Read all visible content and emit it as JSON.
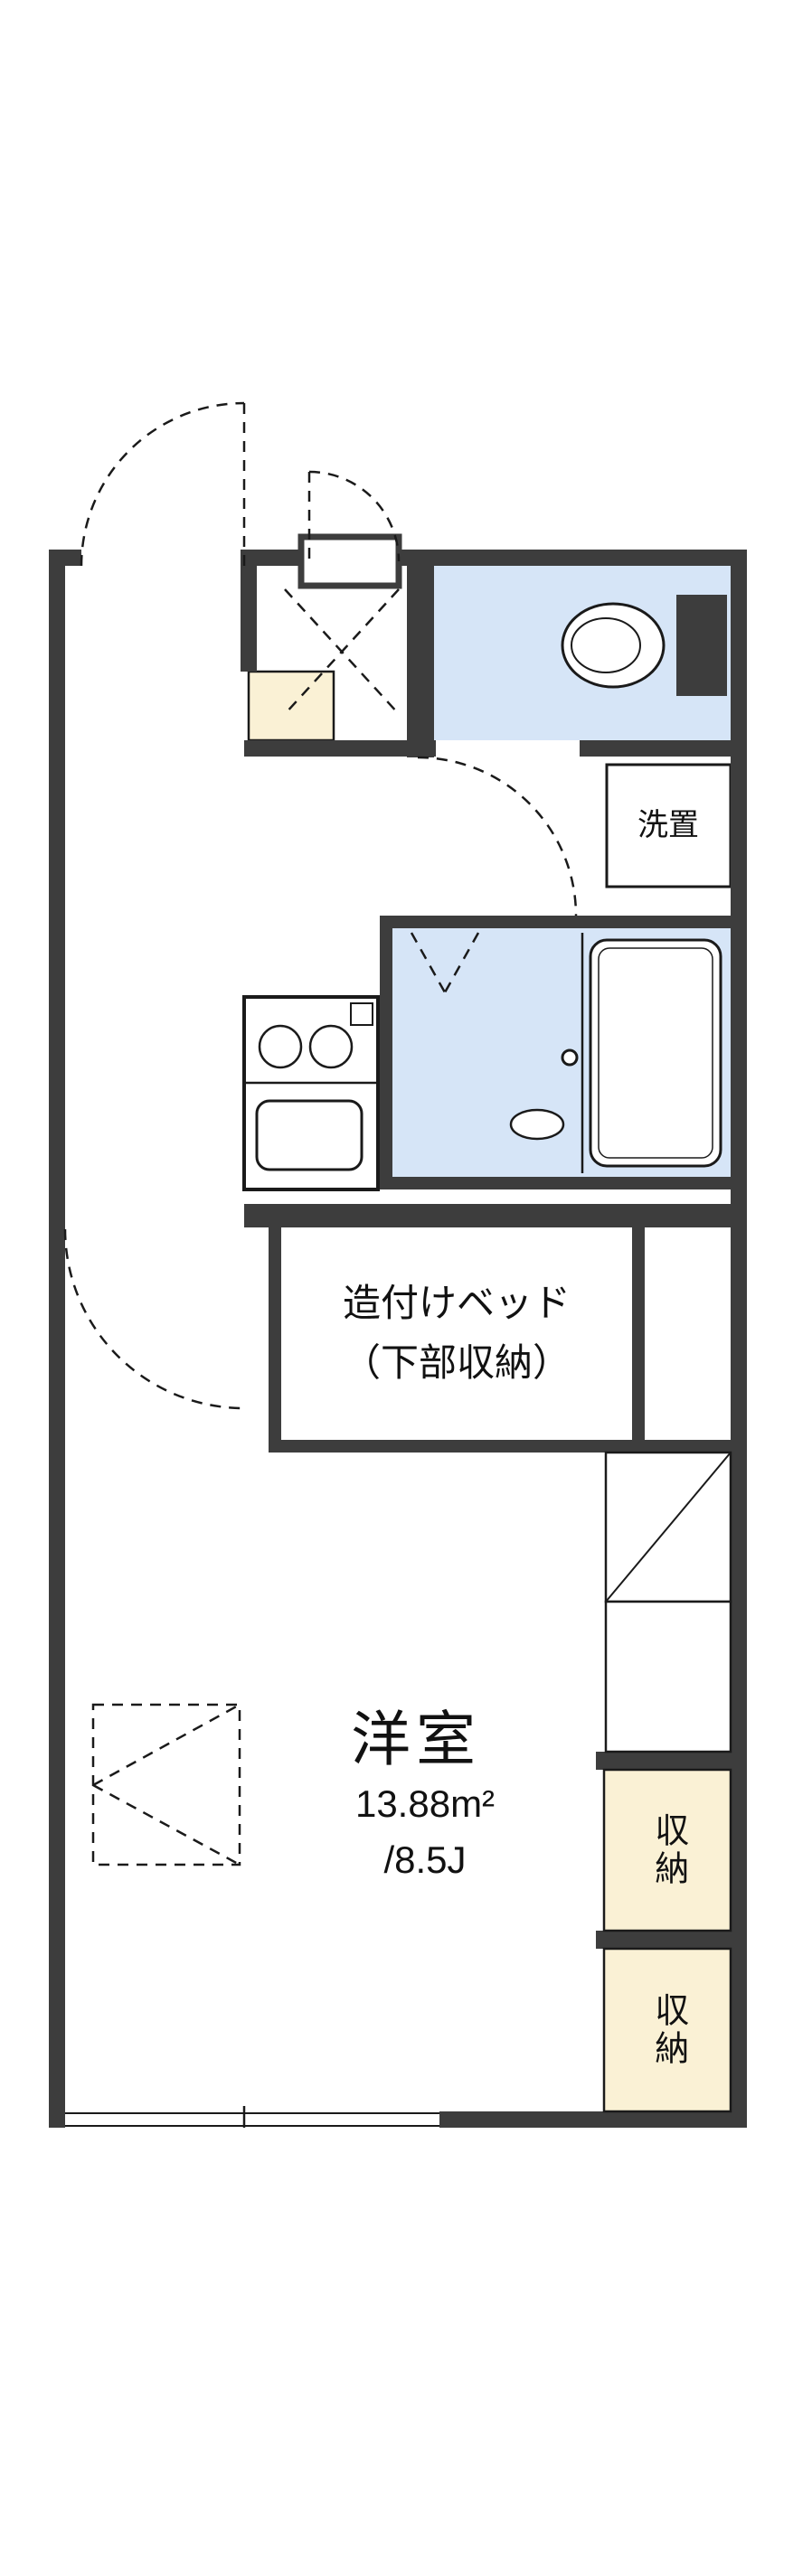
{
  "colors": {
    "wall": "#3d3d3d",
    "line": "#1a1a1a",
    "water": "#d6e5f7",
    "cream": "#faf1d5",
    "text": "#111111"
  },
  "labels": {
    "washer": "洗置",
    "bed_line1": "造付けベッド",
    "bed_line2": "（下部収納）",
    "room_name": "洋室",
    "room_area_m2": "13.88m²",
    "room_area_jo": "/8.5J",
    "storage_top": "収納",
    "storage_bottom": "収納"
  }
}
